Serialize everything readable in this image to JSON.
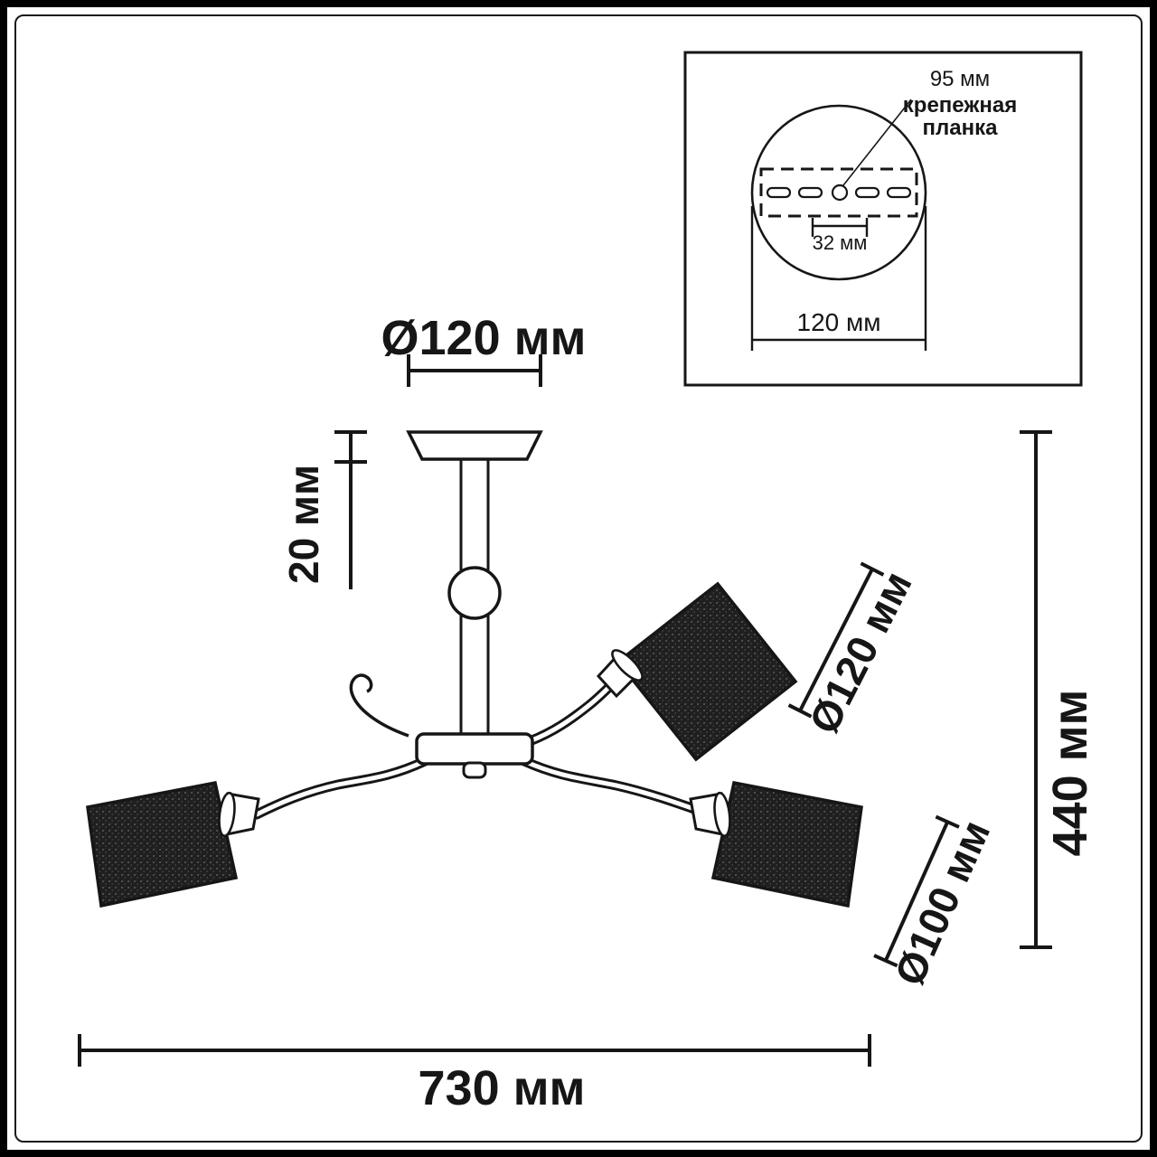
{
  "colors": {
    "line": "#161616",
    "shade": "#1f1f1f"
  },
  "main": {
    "dim_canopy_diameter": "Ø120 мм",
    "dim_canopy_height": "20 мм",
    "dim_total_height": "440 мм",
    "dim_total_width": "730 мм",
    "dim_shade_top_diameter": "Ø120 мм",
    "dim_shade_bottom_diameter": "Ø100 мм"
  },
  "inset": {
    "dim_hole_spacing": "95 мм",
    "bracket_label_line1": "крепежная",
    "bracket_label_line2": "планка",
    "dim_slot_spacing": "32 мм",
    "dim_plate_width": "120 мм"
  }
}
